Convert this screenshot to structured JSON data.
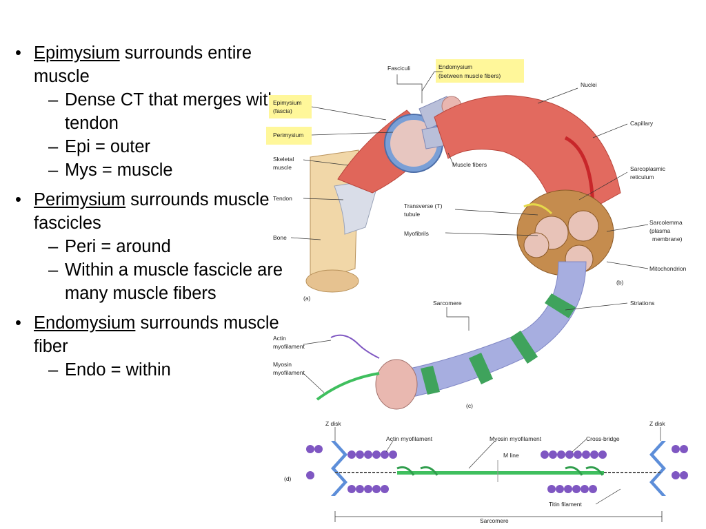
{
  "bullets": [
    {
      "term": "Epimysium",
      "rest": " surrounds entire muscle",
      "subs": [
        "Dense CT that merges with tendon",
        "Epi = outer",
        "Mys = muscle"
      ]
    },
    {
      "term": "Perimysium",
      "rest": " surrounds muscle fascicles",
      "subs": [
        "Peri = around",
        "Within a muscle fascicle are many muscle fibers"
      ]
    },
    {
      "term": "Endomysium",
      "rest": " surrounds muscle fiber",
      "subs": [
        "Endo = within"
      ]
    }
  ],
  "figure": {
    "labels": {
      "fasciculi": "Fasciculi",
      "endomysium_1": "Endomysium",
      "endomysium_2": "(between muscle fibers)",
      "epimysium_1": "Epimysium",
      "epimysium_2": "(fascia)",
      "perimysium": "Perimysium",
      "skeletal_1": "Skeletal",
      "skeletal_2": "muscle",
      "tendon": "Tendon",
      "bone": "Bone",
      "panel_a": "(a)",
      "nuclei": "Nuclei",
      "capillary": "Capillary",
      "muscle_fibers": "Muscle fibers",
      "sr_1": "Sarcoplasmic",
      "sr_2": "reticulum",
      "t_tubule_1": "Transverse (T)",
      "t_tubule_2": "tubule",
      "myofibrils": "Myofibrils",
      "sarcolemma_1": "Sarcolemma",
      "sarcolemma_2": "(plasma",
      "sarcolemma_3": "membrane)",
      "mitochondrion": "Mitochondrion",
      "panel_b": "(b)",
      "sarcomere": "Sarcomere",
      "striations": "Striations",
      "actin_1": "Actin",
      "actin_2": "myofilament",
      "myosin_1": "Myosin",
      "myosin_2": "myofilament",
      "panel_c": "(c)",
      "z_disk_left": "Z disk",
      "z_disk_right": "Z disk",
      "actin_myofilament": "Actin myofilament",
      "myosin_myofilament": "Myosin myofilament",
      "cross_bridge": "Cross-bridge",
      "m_line": "M line",
      "titin": "Titin filament",
      "panel_d": "(d)",
      "sarcomere_bottom": "Sarcomere"
    },
    "colors": {
      "muscle": "#e0665a",
      "fascicle_blue": "#7a9fd6",
      "bone": "#f1d7a8",
      "stripe_blue": "#a7aee0",
      "stripe_green": "#3fa35c",
      "actin": "#7f57c2",
      "myosin": "#3fbf5e",
      "z_disk": "#5d8ed9",
      "highlight": "#fff79a"
    }
  }
}
